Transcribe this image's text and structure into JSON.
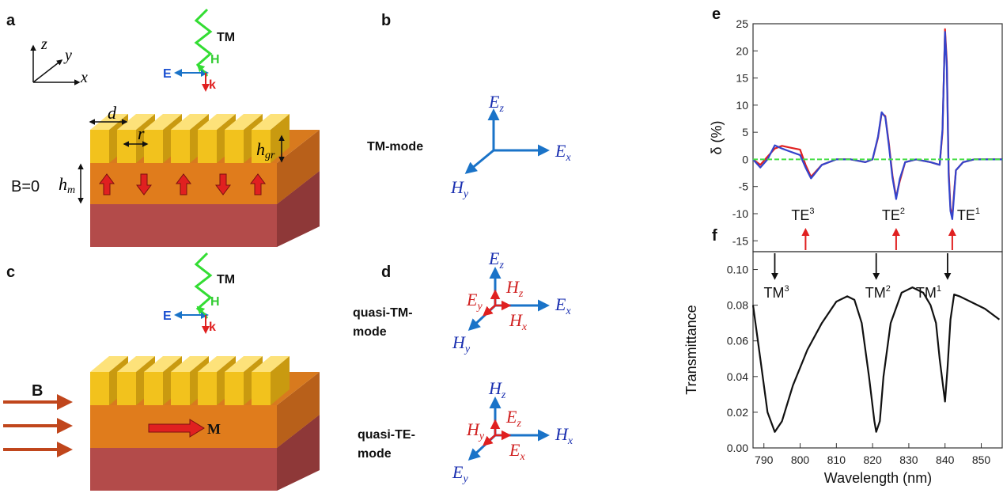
{
  "panels": {
    "a": "a",
    "b": "b",
    "c": "c",
    "d": "d",
    "e": "e",
    "f": "f"
  },
  "panel_a": {
    "axes": {
      "z": "z",
      "y": "y",
      "x": "x"
    },
    "wave_label": "TM",
    "E": "E",
    "H": "H",
    "k": "k",
    "d": "d",
    "r": "r",
    "h_gr": "h",
    "h_gr_sub": "gr",
    "h_m": "h",
    "h_m_sub": "m",
    "field_label": "B=0"
  },
  "panel_b": {
    "mode": "TM-mode",
    "Ez": "E",
    "Ez_sub": "z",
    "Ex": "E",
    "Ex_sub": "x",
    "Hy": "H",
    "Hy_sub": "y"
  },
  "panel_c": {
    "wave_label": "TM",
    "E": "E",
    "H": "H",
    "k": "k",
    "B": "B",
    "M": "M"
  },
  "panel_d": {
    "mode1_line1": "quasi-TM-",
    "mode1_line2": "mode",
    "mode2_line1": "quasi-TE-",
    "mode2_line2": "mode",
    "tm": {
      "Ez": "E",
      "Ez_sub": "z",
      "Hz": "H",
      "Hz_sub": "z",
      "Ey": "E",
      "Ey_sub": "y",
      "Hx": "H",
      "Hx_sub": "x",
      "Ex": "E",
      "Ex_sub": "x",
      "Hy": "H",
      "Hy_sub": "y"
    },
    "te": {
      "Hz": "H",
      "Hz_sub": "z",
      "Ez": "E",
      "Ez_sub": "z",
      "Hy": "H",
      "Hy_sub": "y",
      "Hx": "H",
      "Hx_sub": "x",
      "Ex": "E",
      "Ex_sub": "x",
      "Ey": "E",
      "Ey_sub": "y"
    }
  },
  "colors": {
    "blue": "#1a73c8",
    "red": "#e02020",
    "green": "#33dd33",
    "gold": "#f2c21d",
    "orange": "#e07c1c",
    "brick": "#b34b4a",
    "arrow_brown": "#c0461c"
  },
  "chart_data": [
    {
      "panel": "e",
      "type": "line",
      "ylabel": "δ (%)",
      "ylim": [
        -17,
        25
      ],
      "yticks": [
        25,
        20,
        15,
        10,
        5,
        0,
        -5,
        -10,
        -15
      ],
      "xlim": [
        787,
        856
      ],
      "series": [
        {
          "color": "#e02020",
          "x": [
            787,
            789,
            791,
            793,
            795,
            797,
            800,
            801.5,
            803,
            806,
            810,
            814,
            818,
            820,
            821.5,
            822.5,
            823.5,
            824.5,
            825.5,
            826.5,
            827.5,
            829,
            832,
            836,
            838.5,
            839.3,
            840,
            840.5,
            841,
            841.5,
            842,
            842.5,
            843,
            845,
            848,
            852,
            856
          ],
          "y": [
            0,
            -1,
            0.5,
            2,
            2.5,
            2.2,
            1.8,
            -1,
            -3.2,
            -1,
            0,
            0,
            -0.5,
            0,
            4,
            8.5,
            8,
            3,
            -3,
            -7,
            -4,
            -0.5,
            0,
            -0.5,
            -1,
            5,
            24,
            18,
            -2,
            -9,
            -10.5,
            -6,
            -2,
            -0.5,
            0,
            0,
            0
          ]
        },
        {
          "color": "#3344cc",
          "x": [
            787,
            789,
            791,
            793,
            795,
            797,
            800,
            801.5,
            803,
            806,
            810,
            814,
            818,
            820,
            821.5,
            822.5,
            823.5,
            824.5,
            825.5,
            826.5,
            827.5,
            829,
            832,
            836,
            838.5,
            839.3,
            840,
            840.5,
            841,
            841.5,
            842,
            842.5,
            843,
            845,
            848,
            852,
            856
          ],
          "y": [
            0,
            -1.5,
            0,
            2.6,
            2,
            1.5,
            0.8,
            -1.5,
            -3.5,
            -1,
            0,
            0,
            -0.5,
            0,
            4.2,
            8.7,
            7.8,
            2.6,
            -3.4,
            -7.3,
            -3.6,
            -0.5,
            0,
            -0.5,
            -1,
            5.5,
            23.5,
            17,
            -3,
            -9.5,
            -11,
            -6.5,
            -2,
            -0.5,
            0,
            0,
            0
          ]
        },
        {
          "color": "#44dd44",
          "dashed": true,
          "x": [
            787,
            856
          ],
          "y": [
            0,
            0
          ]
        }
      ],
      "annotations": [
        {
          "label": "TE",
          "sup": "3",
          "x": 801.5
        },
        {
          "label": "TE",
          "sup": "2",
          "x": 826.5
        },
        {
          "label": "TE",
          "sup": "1",
          "x": 842
        }
      ]
    },
    {
      "panel": "f",
      "type": "line",
      "xlabel": "Wavelength (nm)",
      "ylabel": "Transmittance",
      "xlim": [
        787,
        856
      ],
      "ylim": [
        0,
        0.11
      ],
      "xticks": [
        790,
        800,
        810,
        820,
        830,
        840,
        850
      ],
      "yticks": [
        0.0,
        0.02,
        0.04,
        0.06,
        0.08,
        0.1
      ],
      "series": [
        {
          "color": "#111111",
          "x": [
            787,
            789,
            791,
            793,
            795,
            798,
            802,
            806,
            810,
            813,
            815,
            817,
            819,
            820.5,
            821,
            822,
            823,
            825,
            828,
            831,
            834,
            836,
            837.5,
            838.5,
            839.5,
            840,
            840.7,
            841.5,
            842.5,
            844,
            847,
            851,
            855
          ],
          "y": [
            0.08,
            0.05,
            0.02,
            0.009,
            0.015,
            0.035,
            0.055,
            0.07,
            0.082,
            0.085,
            0.083,
            0.07,
            0.04,
            0.015,
            0.009,
            0.015,
            0.04,
            0.07,
            0.087,
            0.09,
            0.087,
            0.08,
            0.07,
            0.05,
            0.034,
            0.026,
            0.045,
            0.072,
            0.086,
            0.085,
            0.082,
            0.078,
            0.072
          ]
        }
      ],
      "annotations": [
        {
          "label": "TM",
          "sup": "3",
          "x": 793
        },
        {
          "label": "TM",
          "sup": "2",
          "x": 821
        },
        {
          "label": "TM",
          "sup": "1",
          "x": 840.7
        }
      ]
    }
  ]
}
